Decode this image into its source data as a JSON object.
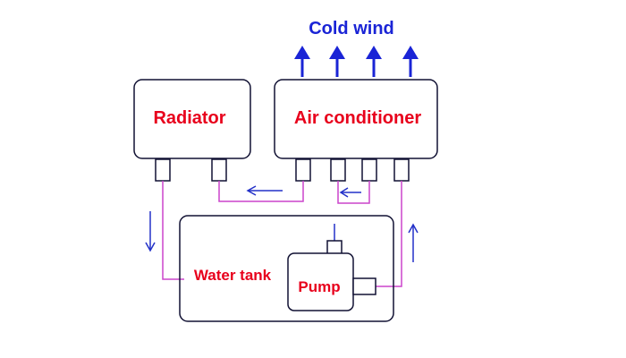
{
  "title": "Cold wind",
  "components": {
    "radiator": "Radiator",
    "air_conditioner": "Air conditioner",
    "water_tank": "Water tank",
    "pump": "Pump"
  },
  "colors": {
    "title": "#1a24d6",
    "label": "#e8001c",
    "pipe": "#cc44cc",
    "flow_arrow": "#2230c8",
    "outline": "#111133"
  }
}
